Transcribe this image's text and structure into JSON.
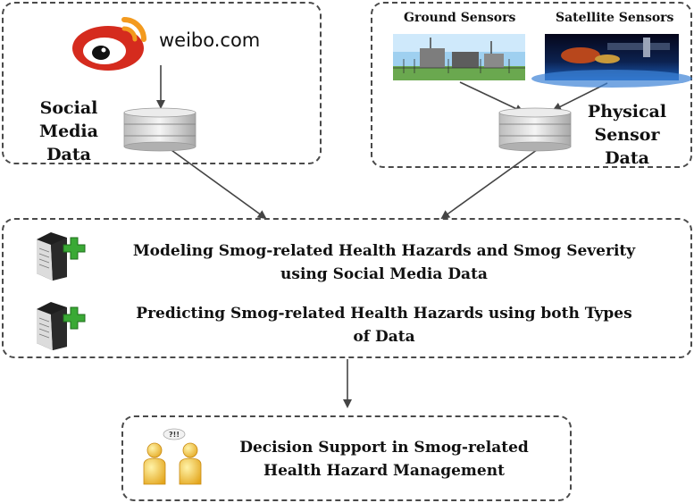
{
  "social": {
    "site_label": "weibo.com",
    "label_line1": "Social",
    "label_line2": "Media Data"
  },
  "sensors": {
    "ground_label": "Ground Sensors",
    "satellite_label": "Satellite Sensors",
    "label_line1": "Physical",
    "label_line2": "Sensor Data"
  },
  "modeling": {
    "task1_line1": "Modeling Smog-related Health Hazards and Smog Severity",
    "task1_line2": "using Social Media Data",
    "task2_line1": "Predicting Smog-related Health Hazards using both Types",
    "task2_line2": "of Data"
  },
  "decision": {
    "bubble_text": "?!!",
    "line1": "Decision Support in Smog-related",
    "line2": "Health Hazard Management"
  },
  "colors": {
    "weibo_red": "#d52b1e",
    "weibo_orange": "#f39a1e",
    "person_yellow": "#f4c430",
    "plus_green": "#3aa935"
  }
}
